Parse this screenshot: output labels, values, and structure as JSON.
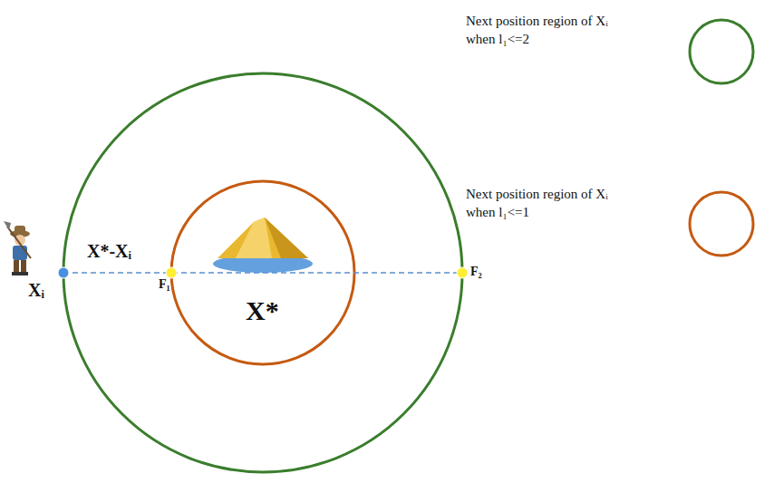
{
  "diagram": {
    "labels": [
      "Xᵢ",
      "X*-Xᵢ",
      "F₁",
      "X*",
      "F₂"
    ],
    "legend": [
      {
        "text": "Next position region of Xᵢ when l₁<=2",
        "color": "#3a7d2c"
      },
      {
        "text": "Next position region of Xᵢ when l₁<=1",
        "color": "#c55a11"
      }
    ]
  }
}
